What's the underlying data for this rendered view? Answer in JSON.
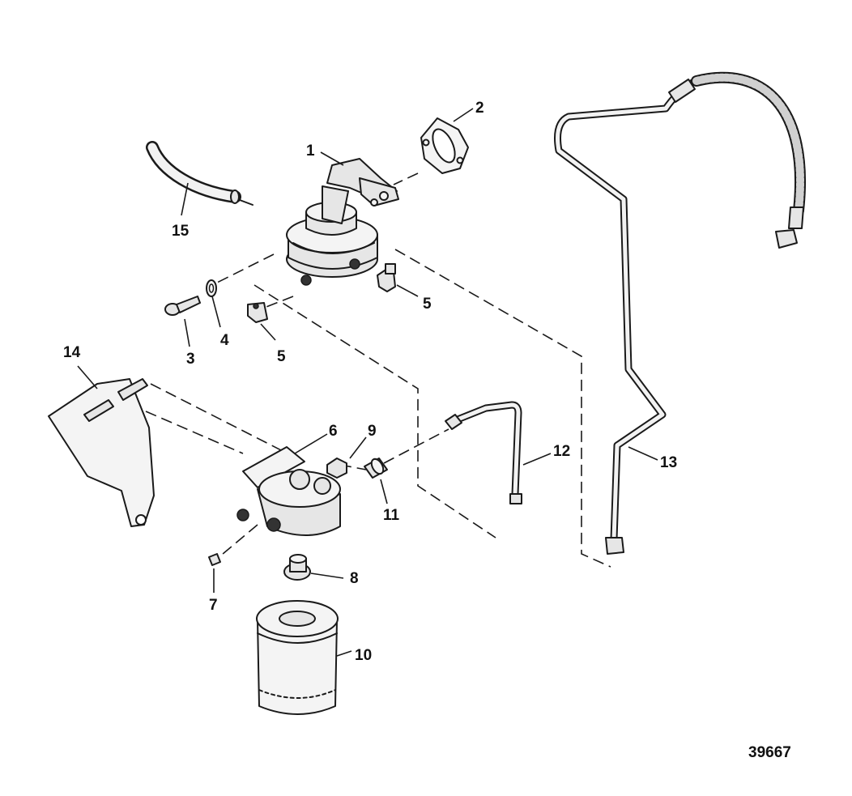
{
  "callouts": [
    {
      "id": "1",
      "label": "1"
    },
    {
      "id": "2",
      "label": "2"
    },
    {
      "id": "3",
      "label": "3"
    },
    {
      "id": "4",
      "label": "4"
    },
    {
      "id": "5a",
      "label": "5"
    },
    {
      "id": "5b",
      "label": "5"
    },
    {
      "id": "6",
      "label": "6"
    },
    {
      "id": "7",
      "label": "7"
    },
    {
      "id": "8",
      "label": "8"
    },
    {
      "id": "9",
      "label": "9"
    },
    {
      "id": "10",
      "label": "10"
    },
    {
      "id": "11",
      "label": "11"
    },
    {
      "id": "12",
      "label": "12"
    },
    {
      "id": "13",
      "label": "13"
    },
    {
      "id": "14",
      "label": "14"
    },
    {
      "id": "15",
      "label": "15"
    }
  ],
  "figure_number": "39667"
}
